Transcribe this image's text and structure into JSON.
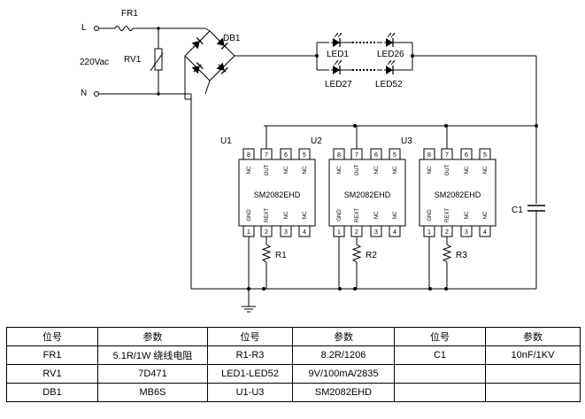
{
  "schematic": {
    "input": {
      "line_label": "L",
      "neutral_label": "N",
      "voltage_label": "220Vac"
    },
    "fuse_resistor": {
      "label": "FR1"
    },
    "varistor": {
      "label": "RV1"
    },
    "bridge": {
      "label": "DB1"
    },
    "leds": [
      {
        "label": "LED1"
      },
      {
        "label": "LED26"
      },
      {
        "label": "LED27"
      },
      {
        "label": "LED52"
      }
    ],
    "capacitor": {
      "label": "C1"
    },
    "resistors": [
      {
        "label": "R1"
      },
      {
        "label": "R2"
      },
      {
        "label": "R3"
      }
    ],
    "chips": [
      {
        "label": "U1",
        "part": "SM2082EHD"
      },
      {
        "label": "U2",
        "part": "SM2082EHD"
      },
      {
        "label": "U3",
        "part": "SM2082EHD"
      }
    ],
    "chip_pins": {
      "top": [
        {
          "num": "8",
          "signal": "NC"
        },
        {
          "num": "7",
          "signal": "OUT"
        },
        {
          "num": "6",
          "signal": "NC"
        },
        {
          "num": "5",
          "signal": "NC"
        }
      ],
      "bottom": [
        {
          "num": "1",
          "signal": "GND"
        },
        {
          "num": "2",
          "signal": "REXT"
        },
        {
          "num": "3",
          "signal": "NC"
        },
        {
          "num": "4",
          "signal": "NC"
        }
      ]
    }
  },
  "bom": {
    "headers": [
      "位号",
      "参数",
      "位号",
      "参数",
      "位号",
      "参数"
    ],
    "rows": [
      [
        "FR1",
        "5.1R/1W  绕线电阻",
        "R1-R3",
        "8.2R/1206",
        "C1",
        "10nF/1KV"
      ],
      [
        "RV1",
        "7D471",
        "LED1-LED52",
        "9V/100mA/2835",
        "",
        ""
      ],
      [
        "DB1",
        "MB6S",
        "U1-U3",
        "SM2082EHD",
        "",
        ""
      ]
    ]
  }
}
